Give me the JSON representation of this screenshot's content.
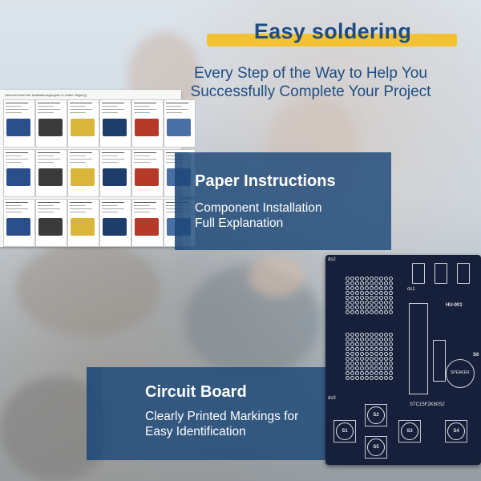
{
  "headline": "Easy soldering",
  "subheadline": [
    "Every Step of the Way to Help You",
    "Successfully Complete Your Project"
  ],
  "colors": {
    "headline_text": "#1f4d84",
    "headline_highlight": "#f2c233",
    "panel": "#1c4878",
    "board": "#16203a"
  },
  "paper": {
    "title": "Paper Instructions",
    "lines": [
      "Component Installation",
      "Full Explanation"
    ]
  },
  "circuit": {
    "title": "Circuit Board",
    "lines": [
      "Clearly Printed Markings for",
      "Easy Identification"
    ]
  },
  "booklet": {
    "header": "Übersicht über die Installationsgruppen in vollen Ziegen(!)"
  },
  "board": {
    "model": "HU-001",
    "buttons": [
      "S1",
      "S2",
      "S3",
      "S4",
      "S5"
    ],
    "buzzer": "SPEAKER",
    "mcu": "STC15F2K60S2",
    "ds_labels": [
      "ds2",
      "ds1",
      "ds3"
    ],
    "s6": "S6"
  }
}
